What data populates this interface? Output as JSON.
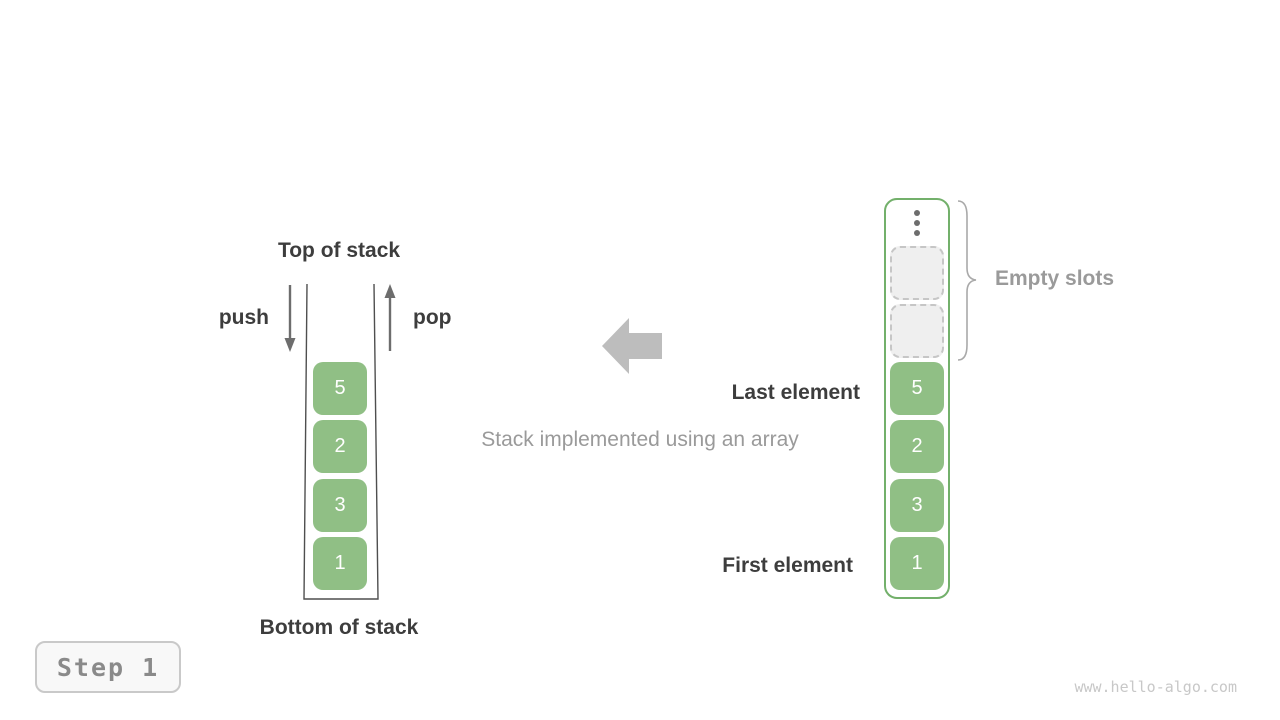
{
  "stack_diagram": {
    "top_label": "Top of stack",
    "bottom_label": "Bottom of stack",
    "push_label": "push",
    "pop_label": "pop",
    "elements": [
      "5",
      "2",
      "3",
      "1"
    ]
  },
  "center": {
    "caption": "Stack implemented using an array",
    "arrow_direction": "left"
  },
  "array_diagram": {
    "last_element_label": "Last element",
    "first_element_label": "First element",
    "empty_slots_label": "Empty slots",
    "empty_slots_count": 2,
    "ellipsis_icon": "vertical-dots",
    "elements": [
      "5",
      "2",
      "3",
      "1"
    ]
  },
  "step_badge": {
    "label": "Step 1"
  },
  "watermark": {
    "text": "www.hello-algo.com"
  },
  "colors": {
    "element_green": "#90bf85",
    "container_green_border": "#73b06b",
    "dark_text": "#3d3d3d",
    "gray_text": "#9a9a9a",
    "thin_arrow_gray": "#6d6d6d",
    "block_arrow_gray": "#bdbdbd",
    "wall_stroke": "#4f4f4f",
    "empty_slot_bg": "#efefef",
    "empty_slot_border": "#c6c6c6",
    "badge_bg": "#f8f8f8",
    "badge_border": "#c9c9c9",
    "badge_text": "#8a8a8a",
    "watermark_gray": "#c8c8c8"
  }
}
